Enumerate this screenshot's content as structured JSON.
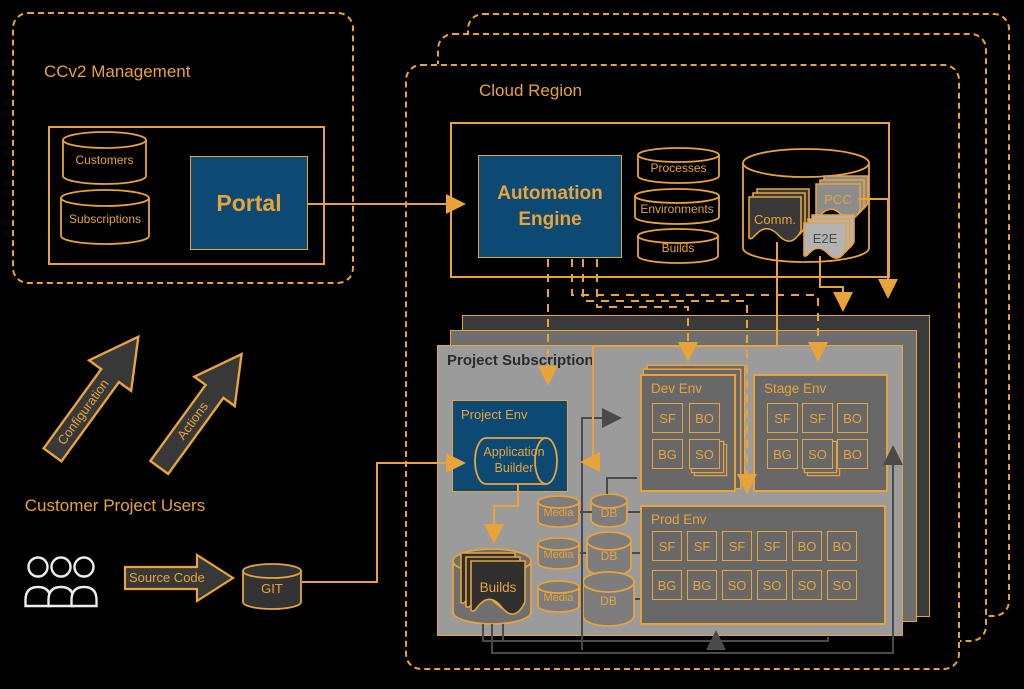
{
  "colors": {
    "accent_orange": "#E8A33B",
    "panel_blue": "#0D4A73",
    "subscription_gray": "#9B9B9B",
    "env_gray": "#686868",
    "doc_dark": "#383838",
    "doc_gray": "#8C8C8C",
    "doc_light": "#B3B3B3",
    "connector_gray": "#4A4A4A"
  },
  "ccv2": {
    "title": "CCv2 Management",
    "customers_db": "Customers",
    "subscriptions_db": "Subscriptions",
    "portal": "Portal"
  },
  "cloud": {
    "title": "Cloud Region",
    "automation_engine": "Automation Engine",
    "processes_db": "Processes",
    "environments_db": "Environments",
    "builds_db": "Builds",
    "docs": {
      "comm": "Comm.",
      "pcc": "PCC",
      "e2e": "E2E"
    }
  },
  "subscription": {
    "title": "Project Subscription",
    "project_env_title": "Project Env",
    "app_builder": "Application Builder",
    "envs": [
      {
        "id": "dev",
        "title": "Dev Env",
        "nodes": [
          {
            "label": "SF"
          },
          {
            "label": "BO"
          },
          {
            "label": "BG"
          },
          {
            "label": "SO",
            "stacked": true
          }
        ]
      },
      {
        "id": "stage",
        "title": "Stage Env",
        "nodes": [
          {
            "label": "SF"
          },
          {
            "label": "SF"
          },
          {
            "label": "BO"
          },
          {
            "label": "BG"
          },
          {
            "label": "SO",
            "stacked": true
          },
          {
            "label": "BO"
          }
        ]
      },
      {
        "id": "prod",
        "title": "Prod Env",
        "nodes": [
          {
            "label": "SF"
          },
          {
            "label": "SF"
          },
          {
            "label": "SF"
          },
          {
            "label": "SF"
          },
          {
            "label": "BO"
          },
          {
            "label": "BO"
          },
          {
            "label": "BG"
          },
          {
            "label": "BG"
          },
          {
            "label": "SO"
          },
          {
            "label": "SO"
          },
          {
            "label": "SO"
          },
          {
            "label": "SO"
          }
        ]
      }
    ],
    "media_rows": [
      {
        "media": "Media",
        "db": "DB"
      },
      {
        "media": "Media",
        "db": "DB"
      },
      {
        "media": "Media",
        "db": "DB"
      }
    ],
    "builds_store": "Builds"
  },
  "users": {
    "heading": "Customer Project Users",
    "configuration_arrow": "Configuration",
    "actions_arrow": "Actions",
    "source_code_arrow": "Source Code",
    "git": "GIT"
  }
}
